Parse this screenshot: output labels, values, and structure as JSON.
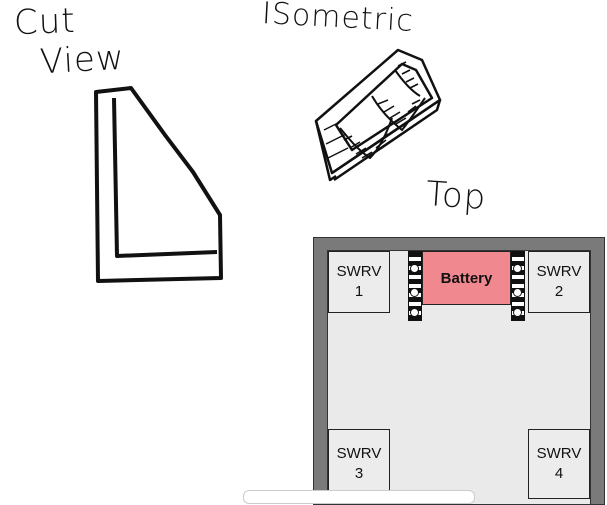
{
  "labels": {
    "cut": "Cut",
    "view": "View",
    "isometric": "ISometric",
    "top": "Top"
  },
  "top_view": {
    "battery": "Battery",
    "modules": [
      {
        "name": "SWRV",
        "number": "1"
      },
      {
        "name": "SWRV",
        "number": "2"
      },
      {
        "name": "SWRV",
        "number": "3"
      },
      {
        "name": "SWRV",
        "number": "4"
      }
    ]
  },
  "colors": {
    "battery": "#f0888f",
    "frame": "#7a7a7a",
    "floor": "#eaeaea"
  }
}
